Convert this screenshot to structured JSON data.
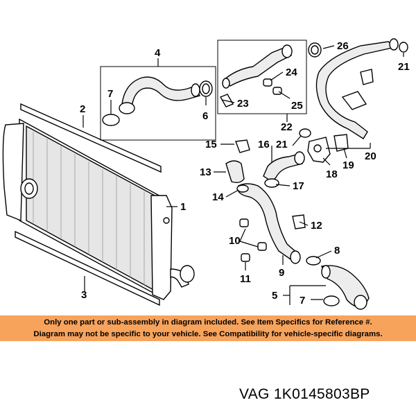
{
  "diagram": {
    "callouts": [
      "1",
      "2",
      "3",
      "4",
      "5",
      "6",
      "7",
      "7",
      "8",
      "9",
      "10",
      "11",
      "12",
      "13",
      "14",
      "15",
      "16",
      "17",
      "18",
      "19",
      "20",
      "21",
      "21",
      "22",
      "23",
      "24",
      "25",
      "26"
    ]
  },
  "disclaimer": {
    "line1": "Only one part or sub-assembly in diagram included. See Item Specifics for Reference #.",
    "line2": "Diagram may not be specific to your vehicle. See Compatibility for vehicle-specific diagrams."
  },
  "part_number": "VAG 1K0145803BP",
  "colors": {
    "banner": "#f7a35c",
    "line": "#000000",
    "fill": "#ffffff"
  }
}
